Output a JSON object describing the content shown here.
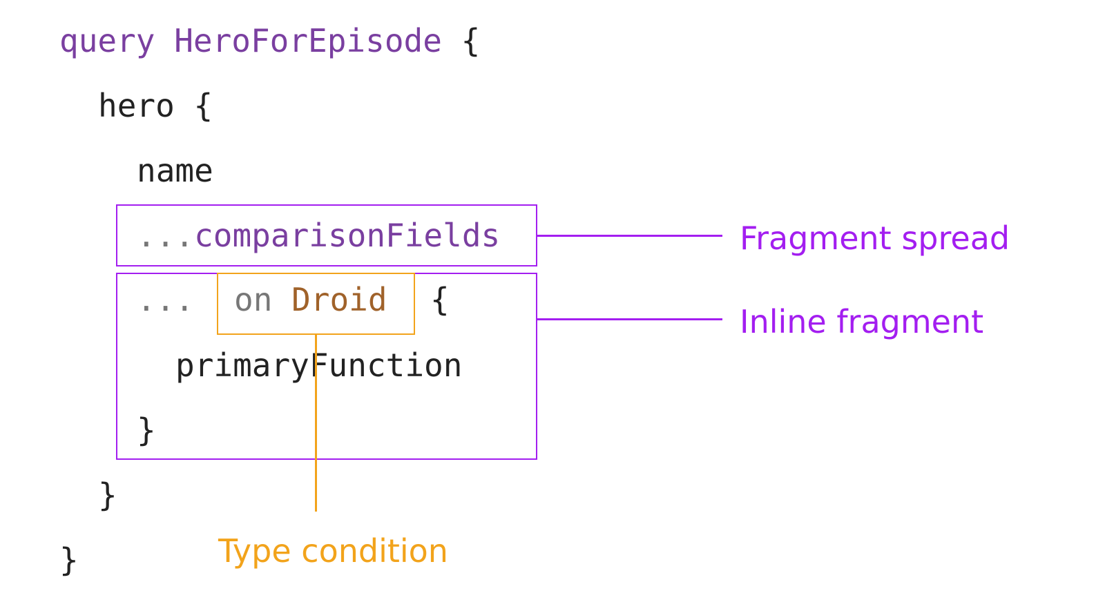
{
  "code": {
    "line1": {
      "keyword": "query",
      "name": "HeroForEpisode",
      "brace": "{"
    },
    "line2": {
      "field": "hero",
      "brace": "{"
    },
    "line3": {
      "field": "name"
    },
    "line4": {
      "dots": "...",
      "fragment": "comparisonFields"
    },
    "line5": {
      "dots": "...",
      "on": "on",
      "type": "Droid",
      "brace": "{"
    },
    "line6": {
      "field": "primaryFunction"
    },
    "line7": {
      "brace": "}"
    },
    "line8": {
      "brace": "}"
    },
    "line9": {
      "brace": "}"
    }
  },
  "labels": {
    "fragment_spread": "Fragment spread",
    "inline_fragment": "Inline fragment",
    "type_condition": "Type condition"
  },
  "colors": {
    "purple": "#a31ef0",
    "orange": "#f2a31b",
    "code_purple": "#7a3fa0",
    "code_brown": "#a0622a",
    "code_gray": "#777777",
    "code_dark": "#222222"
  }
}
